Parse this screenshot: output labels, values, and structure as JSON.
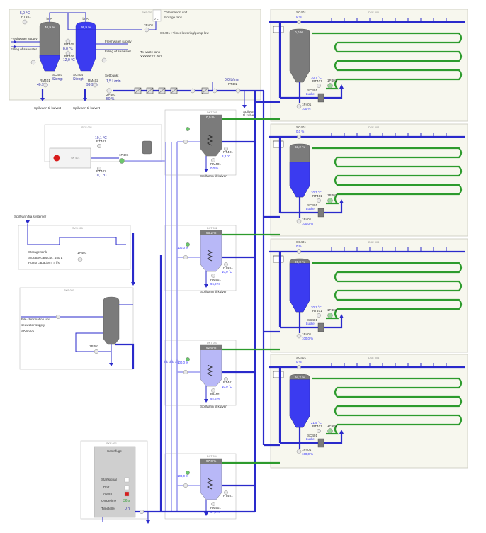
{
  "top_left": {
    "temp_outside": "5,0 °C",
    "temp_outside_tag": "RT401",
    "tank1_name": "I bnA",
    "tank1_level": "40,9 %",
    "tank2_name": "I bnA",
    "tank2_level": "99,9 %",
    "panel_tag": "SKS 001",
    "freshwater_supply": "Freshwater supply",
    "filling_seawater": "Filling of seawater",
    "freshwater_supply_2": "Freshwater supply",
    "filling_seawater_2": "Filling of seawater",
    "rt1_tag": "RT405",
    "rt1_val": "8,8 °C",
    "rt2_tag": "RT406",
    "rt2_val": "12,0 °C",
    "sc1_tag": "SC403",
    "sc1_state": "Stengt",
    "sc2_tag": "SC404",
    "sc2_state": "Stengt",
    "rm1_tag": "RM401",
    "rm1_val": "40,9 %",
    "rm2_tag": "RM402",
    "rm2_val": "99,9 %",
    "setpoint_label": "Settpunkt",
    "setpoint_val": "1,5 L/min",
    "pump_tag": "2P401",
    "pump_val": "50 %",
    "chlorination_unit": "Chlorination unit",
    "storage_tank": "Storage tank",
    "sc_label": "SC401",
    "sc_val": "0 L",
    "timer_text": "SC401 : Timer lowering/pump low",
    "to_waste": "To waste tank",
    "to_waste_tag": "XXXXXXX 001",
    "flow_val": "0,0 L/min",
    "flow_tag": "FT402",
    "spill1": "Spillvann til kulvert",
    "spill2": "Spillvann til kulvert",
    "spill3": "Spillvann",
    "spill3b": "til kulvert"
  },
  "sw_panel": {
    "tag": "SKS 001",
    "temp1": "10,1 °C",
    "temp1_tag": "RT401",
    "temp2": "10,1 °C",
    "temp2_tag": "RT402",
    "pump_tag": "1P401",
    "unit_label": "SK 401"
  },
  "spill_system": {
    "label": "Spillvann fra systemer",
    "tag": "SVS 001",
    "storage_tank": "Storage tank",
    "storage_capacity": "Storage capacity: 450 L",
    "pump_capacity": "Pump capacity = 4 l/s",
    "pump_tag": "1P401"
  },
  "chlor_panel": {
    "tag": "SKS 001",
    "line1": "File chlorination unit",
    "line2": "seawater supply",
    "line3": "SKS 001",
    "pump_tag": "1P401"
  },
  "middle_tanks": [
    {
      "tag": "DKT 001",
      "level": "0,0 %",
      "rt": "RT401",
      "rt_val": "8,3 °C",
      "rm": "RM401",
      "rm_val": "0,0 %",
      "pct": "",
      "spill": "Spillvann til kulvert",
      "grey": true,
      "fill": 0
    },
    {
      "tag": "DKT 002",
      "level": "96,2 %",
      "rt": "RT401",
      "rt_val": "10,0 °C",
      "rm": "RM401",
      "rm_val": "96,2 %",
      "pct": "100,0 %",
      "spill": "Spillvann til kulvert",
      "grey": false,
      "fill": 0.96
    },
    {
      "tag": "DKT 003",
      "level": "92,6 %",
      "rt": "RT401",
      "rt_val": "10,0 °C",
      "rm": "RM401",
      "rm_val": "92,6 %",
      "pct": "100,0 %",
      "spill": "Spillvann til kulvert",
      "grey": false,
      "fill": 0.93
    },
    {
      "tag": "DKT 004",
      "level": "97,0 %",
      "rt": "RT401",
      "rt_val": "",
      "rm": "RM401",
      "rm_val": "97,0 %",
      "pct": "100,0 %",
      "spill": "",
      "grey": false,
      "fill": 0.97
    }
  ],
  "right_tanks": [
    {
      "tag": "DKE 001",
      "sc_top": "SC401",
      "sc_top_val": "0 %",
      "level": "0,0 %",
      "rt": "RT401",
      "rt_val": "10,7 °C",
      "sc": "SC401",
      "sc_state": "Lukket",
      "pump": "1P401",
      "pump_val": "100 %",
      "fill": 0
    },
    {
      "tag": "DKE 002",
      "sc_top": "SC401",
      "sc_top_val": "0,0 %",
      "level": "63,2 %",
      "rt": "RT401",
      "rt_val": "10,7 °C",
      "sc": "SC401",
      "sc_state": "Lukket",
      "pump": "1P401",
      "pump_val": "100,0 %",
      "fill": 0.63
    },
    {
      "tag": "DKE 003",
      "sc_top": "SC401",
      "sc_top_val": "0 %",
      "level": "96,0 %",
      "rt": "RT401",
      "rt_val": "20,1 °C",
      "sc": "SC401",
      "sc_state": "Lukket",
      "pump": "1P401",
      "pump_val": "100,0 %",
      "fill": 0.96
    },
    {
      "tag": "DKE 004",
      "sc_top": "SC401",
      "sc_top_val": "0 %",
      "level": "94,2 %",
      "rt": "RT401",
      "rt_val": "21,5 °C",
      "sc": "SC401",
      "sc_state": "Lukket",
      "pump": "1P401",
      "pump_val": "100,0 %",
      "fill": 0.94
    }
  ],
  "centrifuge": {
    "tag": "SKE 001",
    "title": "Sentrifuge",
    "start": "Startsignal",
    "drift": "Drift",
    "alarm": "Alarm",
    "ondetime_label": "Omdetime",
    "ondetime_val": "36 s",
    "timetaller_label": "Timeteller",
    "timetaller_val": "0 h",
    "alarm_color": "#d81c1c"
  },
  "colors": {
    "pipe_blue": "#2a2acb",
    "water_blue": "#3b3bf0",
    "light_blue": "#b8b8f7",
    "tank_grey": "#7b7b7b",
    "green_line": "#2d9b2d"
  }
}
